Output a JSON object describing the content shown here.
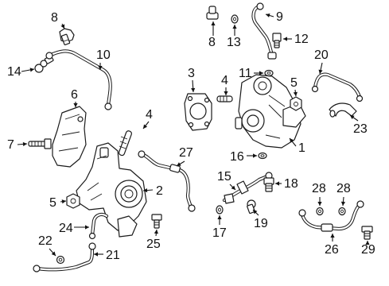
{
  "callouts": [
    {
      "id": "c1",
      "label": "1"
    },
    {
      "id": "c2",
      "label": "2"
    },
    {
      "id": "c3",
      "label": "3"
    },
    {
      "id": "c4a",
      "label": "4"
    },
    {
      "id": "c4b",
      "label": "4"
    },
    {
      "id": "c5a",
      "label": "5"
    },
    {
      "id": "c5b",
      "label": "5"
    },
    {
      "id": "c6",
      "label": "6"
    },
    {
      "id": "c7",
      "label": "7"
    },
    {
      "id": "c8a",
      "label": "8"
    },
    {
      "id": "c8b",
      "label": "8"
    },
    {
      "id": "c9",
      "label": "9"
    },
    {
      "id": "c10",
      "label": "10"
    },
    {
      "id": "c11",
      "label": "11"
    },
    {
      "id": "c12",
      "label": "12"
    },
    {
      "id": "c13",
      "label": "13"
    },
    {
      "id": "c14",
      "label": "14"
    },
    {
      "id": "c15",
      "label": "15"
    },
    {
      "id": "c16",
      "label": "16"
    },
    {
      "id": "c17",
      "label": "17"
    },
    {
      "id": "c18",
      "label": "18"
    },
    {
      "id": "c19",
      "label": "19"
    },
    {
      "id": "c20",
      "label": "20"
    },
    {
      "id": "c21",
      "label": "21"
    },
    {
      "id": "c22",
      "label": "22"
    },
    {
      "id": "c23",
      "label": "23"
    },
    {
      "id": "c24",
      "label": "24"
    },
    {
      "id": "c25",
      "label": "25"
    },
    {
      "id": "c26",
      "label": "26"
    },
    {
      "id": "c27",
      "label": "27"
    },
    {
      "id": "c28a",
      "label": "28"
    },
    {
      "id": "c28b",
      "label": "28"
    },
    {
      "id": "c29",
      "label": "29"
    }
  ]
}
